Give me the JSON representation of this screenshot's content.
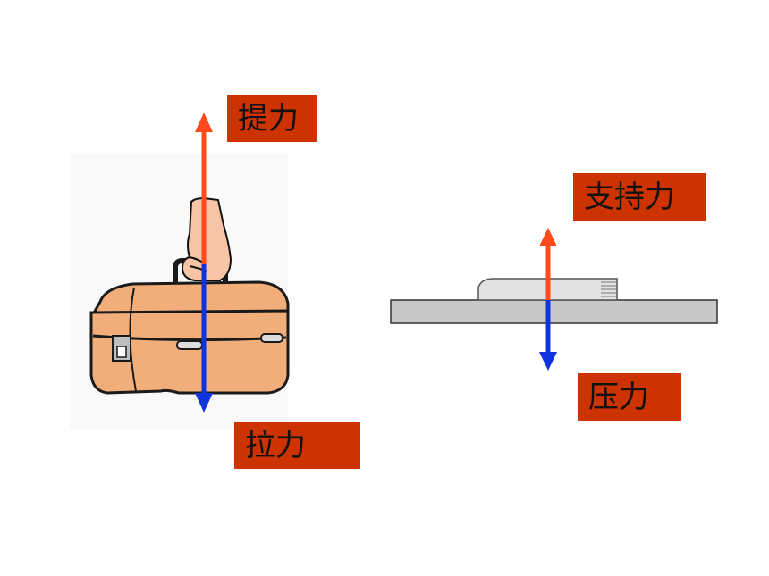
{
  "labels": {
    "lift": "提力",
    "pull": "拉力",
    "support": "支持力",
    "press": "压力"
  },
  "colors": {
    "label_bg": "#cc3300",
    "arrow_up": "#ff4a1c",
    "arrow_down": "#1133dd",
    "box_fill": "#f2ae7a",
    "board_fill": "#c8c8c8",
    "book_fill": "#e2e2e2"
  },
  "icons": {
    "left_scene": "toolbox-with-hand-icon",
    "right_scene": "book-on-board-icon"
  }
}
